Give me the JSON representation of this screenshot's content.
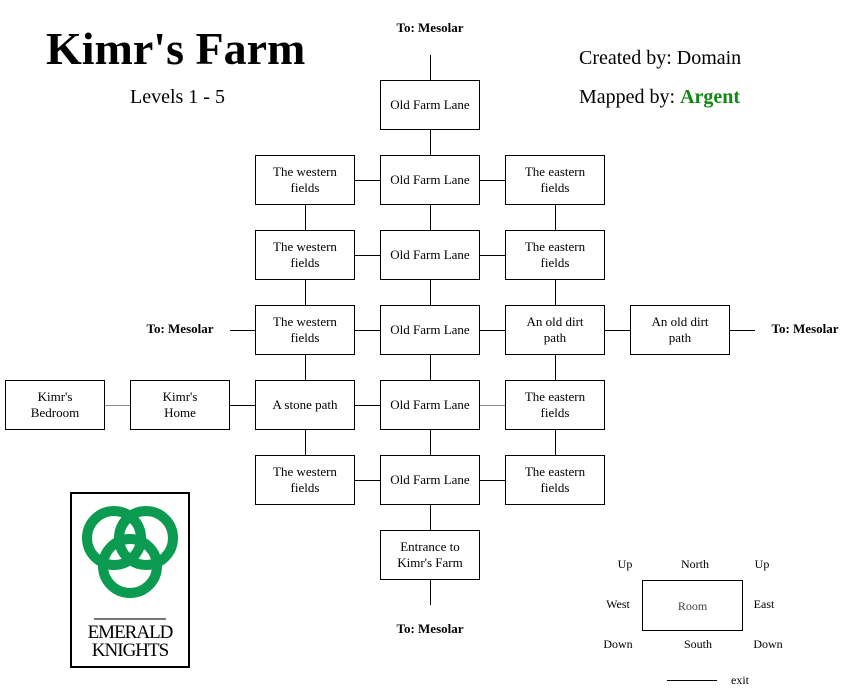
{
  "header": {
    "title": "Kimr's Farm",
    "levels": "Levels 1 - 5",
    "created_label": "Created by:",
    "creator": "Domain",
    "mapped_label": "Mapped by:",
    "mapper": "Argent",
    "mapper_color": "#118811"
  },
  "exits": {
    "north": "To: Mesolar",
    "south": "To: Mesolar",
    "west": "To: Mesolar",
    "east": "To: Mesolar"
  },
  "rooms": [
    "Old Farm Lane",
    "The western fields",
    "Old Farm Lane",
    "The eastern fields",
    "The western fields",
    "Old Farm Lane",
    "The eastern fields",
    "The western fields",
    "Old Farm Lane",
    "An old dirt path",
    "An old dirt path",
    "Kimr's Bedroom",
    "Kimr's Home",
    "A stone path",
    "Old Farm Lane",
    "The eastern fields",
    "The western fields",
    "Old Farm Lane",
    "The eastern fields",
    "Entrance to Kimr's Farm"
  ],
  "logo": {
    "line1": "EMERALD",
    "line2": "KNIGHTS",
    "color": "#0a9a50"
  },
  "legend": {
    "room": "Room",
    "north": "North",
    "south": "South",
    "east": "East",
    "west": "West",
    "up": "Up",
    "down": "Down",
    "exit": "exit"
  }
}
